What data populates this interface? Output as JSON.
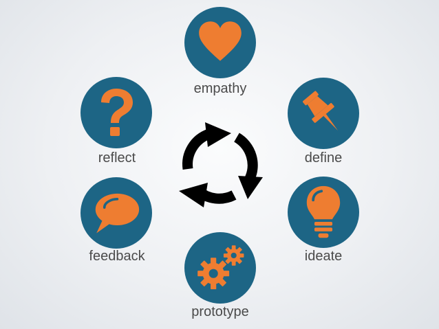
{
  "stages": {
    "empathy": "empathy",
    "define": "define",
    "ideate": "ideate",
    "prototype": "prototype",
    "feedback": "feedback",
    "reflect": "reflect"
  },
  "icons": {
    "empathy": "heart-icon",
    "define": "pushpin-icon",
    "ideate": "lightbulb-icon",
    "prototype": "gears-icon",
    "feedback": "speech-bubble-icon",
    "reflect": "question-mark-icon",
    "center": "cycle-arrows-icon"
  },
  "colors": {
    "circle": "#1d6585",
    "icon": "#ee7d31",
    "label": "#4a4a4a",
    "arrows": "#000000"
  }
}
